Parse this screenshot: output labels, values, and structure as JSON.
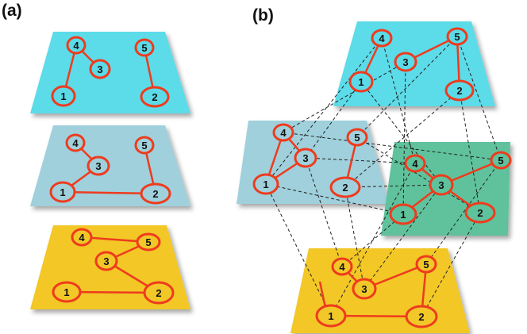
{
  "panels": {
    "a": {
      "label": "(a)"
    },
    "b": {
      "label": "(b)"
    }
  },
  "colors": {
    "layer_cyan": "#5bdbe8",
    "layer_blue_gray": "#9fd0dc",
    "layer_yellow": "#f2c728",
    "layer_green": "#5ec29c",
    "edge_red": "#ee3b1d",
    "interlayer_dash": "#222222"
  },
  "node_labels": [
    "1",
    "2",
    "3",
    "4",
    "5"
  ],
  "panel_a_layers": [
    {
      "color": "layer_cyan",
      "intra_edges": [
        [
          "4",
          "3"
        ],
        [
          "4",
          "1"
        ],
        [
          "5",
          "2"
        ]
      ]
    },
    {
      "color": "layer_blue_gray",
      "intra_edges": [
        [
          "4",
          "3"
        ],
        [
          "3",
          "1"
        ],
        [
          "1",
          "2"
        ],
        [
          "5",
          "2"
        ]
      ]
    },
    {
      "color": "layer_yellow",
      "intra_edges": [
        [
          "4",
          "5"
        ],
        [
          "3",
          "5"
        ],
        [
          "3",
          "2"
        ],
        [
          "1",
          "2"
        ]
      ]
    }
  ],
  "panel_b_layers": [
    {
      "color": "layer_cyan",
      "intra_edges": [
        [
          "4",
          "1"
        ],
        [
          "3",
          "5"
        ],
        [
          "5",
          "2"
        ]
      ]
    },
    {
      "color": "layer_blue_gray",
      "intra_edges": [
        [
          "4",
          "3"
        ],
        [
          "4",
          "1"
        ],
        [
          "3",
          "1"
        ],
        [
          "5",
          "2"
        ]
      ]
    },
    {
      "color": "layer_green",
      "intra_edges": [
        [
          "4",
          "3"
        ],
        [
          "3",
          "5"
        ],
        [
          "3",
          "1"
        ],
        [
          "3",
          "2"
        ]
      ]
    },
    {
      "color": "layer_yellow",
      "intra_edges": [
        [
          "4",
          "3"
        ],
        [
          "3",
          "5"
        ],
        [
          "5",
          "2"
        ],
        [
          "1",
          "2"
        ]
      ]
    }
  ]
}
